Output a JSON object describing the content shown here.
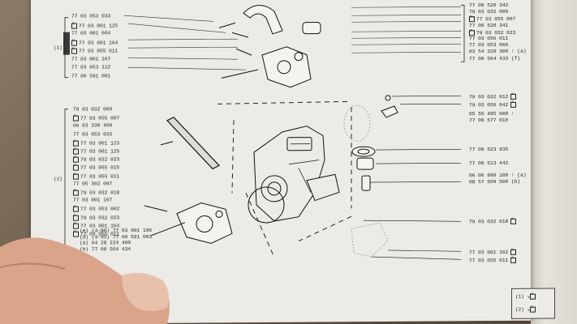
{
  "top_left_parts": [
    {
      "id": "77 03 053 033",
      "marked": false
    },
    {
      "id": "77 03 001 125",
      "marked": true
    },
    {
      "id": "77 03 001 604",
      "marked": false
    },
    {
      "id": "77 03 001 164",
      "marked": true
    },
    {
      "id": "77 03 055 011",
      "marked": true
    },
    {
      "id": "77 03 001 167",
      "marked": false
    },
    {
      "id": "77 03 053 112",
      "marked": false
    },
    {
      "id": "77 00 591 001",
      "marked": false
    }
  ],
  "top_left_note": "(1)",
  "top_right_parts": [
    {
      "id": "77 00 520 342",
      "marked": false
    },
    {
      "id": "79 03 032 009",
      "marked": false
    },
    {
      "id": "77 03 055 007",
      "marked": true
    },
    {
      "id": "77 00 520 341",
      "marked": false
    },
    {
      "id": "79 03 032 023",
      "marked": true
    },
    {
      "id": "77 03 056 011",
      "marked": false
    },
    {
      "id": "77 03 053 066",
      "marked": false
    },
    {
      "id": "03 54 310 300 ↑ (a)",
      "marked": false
    },
    {
      "id": "77 00 564 433  (f)",
      "marked": false
    }
  ],
  "mid_left_parts": [
    {
      "id": "79 03 032 009",
      "marked": false
    },
    {
      "id": "77 03 055 007",
      "marked": true
    },
    {
      "id": "06 03 330 400",
      "marked": false
    },
    {
      "id": "77 03 053 033",
      "marked": false
    },
    {
      "id": "77 03 001 123",
      "marked": true
    },
    {
      "id": "77 03 001 125",
      "marked": true
    },
    {
      "id": "79 03 032 023",
      "marked": true
    },
    {
      "id": "77 03 055 015",
      "marked": true
    },
    {
      "id": "77 03 055 011",
      "marked": true
    },
    {
      "id": "77 05 302 007",
      "marked": false
    },
    {
      "id": "79 03 032 018",
      "marked": true
    },
    {
      "id": "77 03 001 167",
      "marked": false
    },
    {
      "id": "77 03 053 002",
      "marked": true
    },
    {
      "id": "79 03 032 023",
      "marked": true
    },
    {
      "id": "77 03 001 164",
      "marked": true
    },
    {
      "id": "77 03 055 011",
      "marked": true
    }
  ],
  "mid_left_note": "(2)",
  "bottom_left_parts": [
    {
      "id": "(e) (4-80) 77 03 001 196",
      "marked": false
    },
    {
      "id": "(d) (4-95) 77 00 591 003",
      "marked": false
    },
    {
      "id": "(a) 04 28 224 400",
      "marked": false
    },
    {
      "id": "(b) 77 00 564 434",
      "marked": false
    }
  ],
  "right_parts": [
    {
      "id": "79 03 032 012",
      "marked": true
    },
    {
      "id": "79 03 056 042",
      "marked": true
    },
    {
      "id": "05 55 485 600 ↑",
      "marked": false
    },
    {
      "id": "77 00 577 010",
      "marked": false
    },
    {
      "id": "77 00 523 935",
      "marked": false
    },
    {
      "id": "77 00 513 442",
      "marked": false
    },
    {
      "id": "06 06 990 100 ↑ (a)",
      "marked": false
    },
    {
      "id": "08 57 509 500   (b)",
      "marked": false
    },
    {
      "id": "79 03 032 018",
      "marked": true
    },
    {
      "id": "77 03 001 162",
      "marked": true
    },
    {
      "id": "77 03 055 011",
      "marked": true
    }
  ],
  "legend": [
    {
      "label": "(1)"
    },
    {
      "label": "(2)"
    }
  ]
}
